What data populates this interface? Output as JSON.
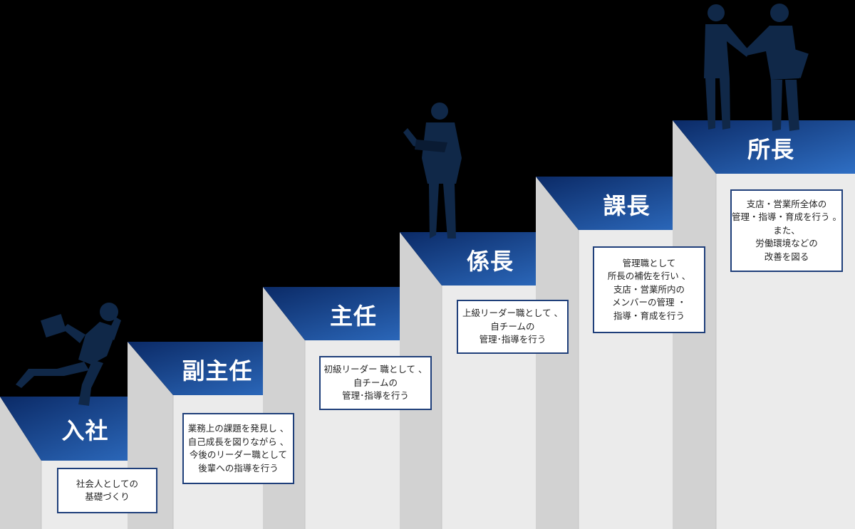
{
  "colors": {
    "top_dark": "#0b2a66",
    "top_light": "#2f6fc4",
    "riser": "#0d2e6e",
    "face": "#ebebeb",
    "side": "#d2d2d2",
    "silhouette": "#102848",
    "border": "#1f3f7a"
  },
  "steps": [
    {
      "title": "入社",
      "lines": [
        "社会人としての",
        "基礎づくり"
      ]
    },
    {
      "title": "副主任",
      "lines": [
        "業務上の課題を発見し 、",
        "自己成長を図りながら 、",
        "今後のリーダー職として",
        "後輩への指導を行う"
      ]
    },
    {
      "title": "主任",
      "lines": [
        "初級リーダー 職として 、",
        "自チームの",
        "管理･指導を行う"
      ]
    },
    {
      "title": "係長",
      "lines": [
        "上級リーダー職として 、",
        "自チームの",
        "管理･指導を行う"
      ]
    },
    {
      "title": "課長",
      "lines": [
        "管理職として",
        "所長の補佐を行い 、",
        "支店・営業所内の",
        "メンバーの管理 ・",
        "指導・育成を行う"
      ]
    },
    {
      "title": "所長",
      "lines": [
        "支店・営業所全体の",
        "管理・指導・育成を行う 。",
        "また、",
        "労働環境などの",
        "改善を図る"
      ]
    }
  ],
  "figures": [
    "runner-silhouette",
    "reading-man-silhouette",
    "handshake-silhouette"
  ]
}
